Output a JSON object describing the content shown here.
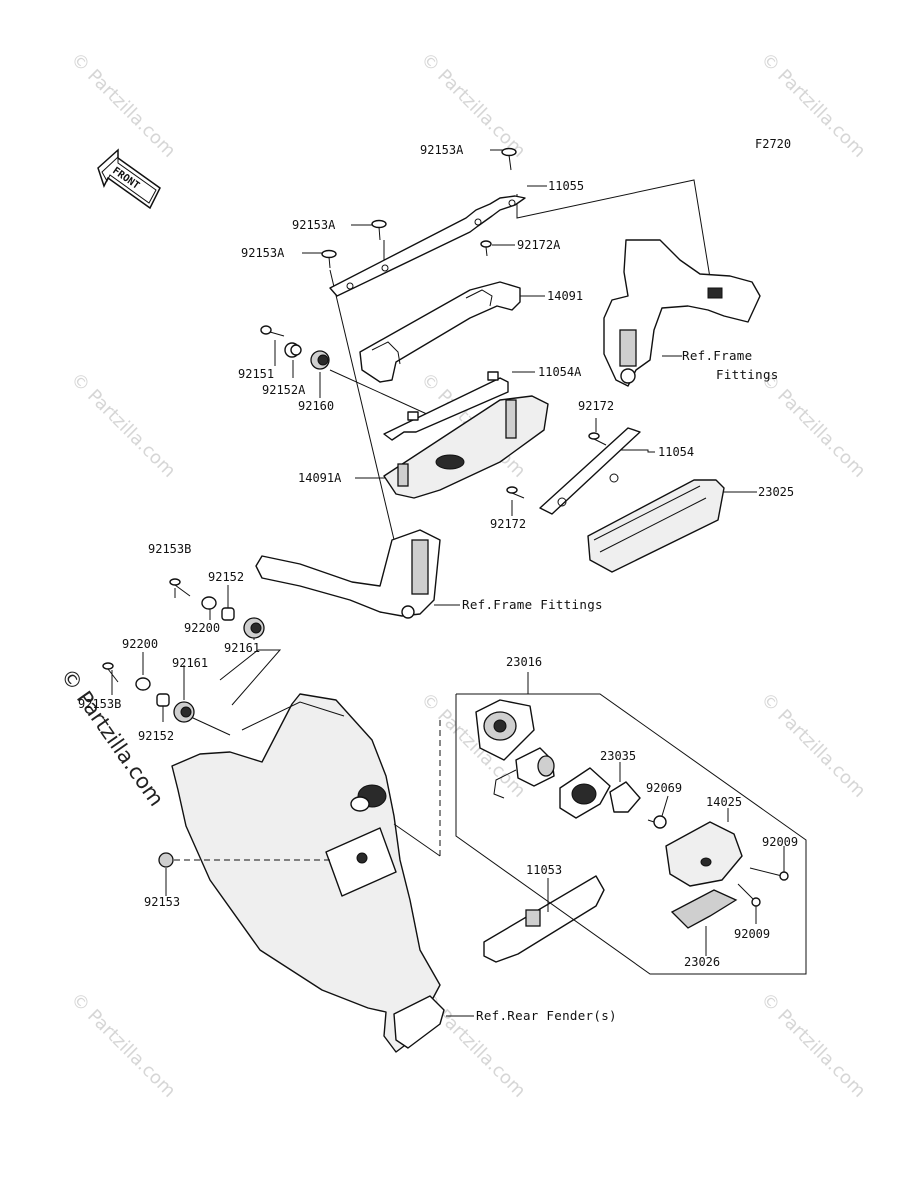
{
  "diagram_code": "F2720",
  "front_label": "FRONT",
  "watermark": "© Partzilla.com",
  "parts": {
    "p92153A_top": "92153A",
    "p11055": "11055",
    "p92153A_mid": "92153A",
    "p92172A": "92172A",
    "p92153A_left": "92153A",
    "p14091": "14091",
    "p92151": "92151",
    "p92152A": "92152A",
    "p92160": "92160",
    "p11054A": "11054A",
    "p92172_top": "92172",
    "p11054": "11054",
    "p14091A": "14091A",
    "p23025": "23025",
    "p92172_bot": "92172",
    "p92153B_top": "92153B",
    "p92152_top": "92152",
    "p92200_left": "92200",
    "p92200_mid": "92200",
    "p92161_left": "92161",
    "p92161_right": "92161",
    "p92153B_bot": "92153B",
    "p92152_bot": "92152",
    "p23016": "23016",
    "p23035": "23035",
    "p92069": "92069",
    "p14025": "14025",
    "p92009_top": "92009",
    "p92009_bot": "92009",
    "p23026": "23026",
    "p11053": "11053",
    "p92153": "92153"
  },
  "refs": {
    "frame_fittings_right_l1": "Ref.Frame",
    "frame_fittings_right_l2": "Fittings",
    "frame_fittings_left": "Ref.Frame Fittings",
    "rear_fender": "Ref.Rear Fender(s)"
  }
}
